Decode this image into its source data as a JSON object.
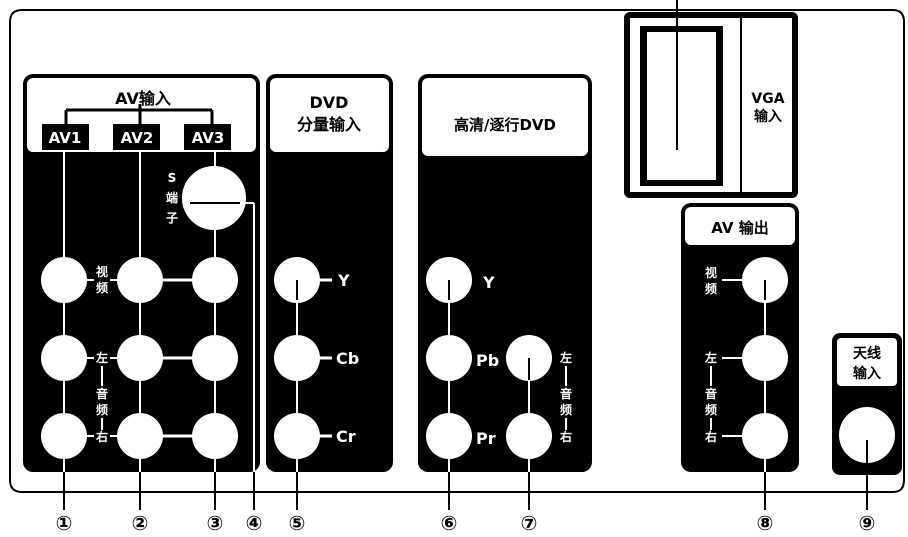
{
  "av_input": {
    "title": "AV输入",
    "tags": [
      "AV1",
      "AV2",
      "AV3"
    ],
    "s_terminal": [
      "S",
      "端",
      "子"
    ],
    "video": [
      "视",
      "频"
    ],
    "left": "左",
    "audio": [
      "音",
      "频"
    ],
    "right": "右"
  },
  "dvd_component": {
    "title_line1": "DVD",
    "title_line2": "分量输入",
    "labels": [
      "Y",
      "Cb",
      "Cr"
    ]
  },
  "hd_dvd": {
    "title": "高清/逐行DVD",
    "labels": [
      "Y",
      "Pb",
      "Pr"
    ],
    "left": "左",
    "audio": [
      "音",
      "频"
    ],
    "right": "右"
  },
  "vga": {
    "label_line1": "VGA",
    "label_line2": "输入"
  },
  "av_output": {
    "title": "AV 输出",
    "video": [
      "视",
      "频"
    ],
    "left": "左",
    "audio": [
      "音",
      "频"
    ],
    "right": "右"
  },
  "antenna": {
    "label_line1": "天线",
    "label_line2": "输入"
  },
  "callouts": [
    "①",
    "②",
    "③",
    "④",
    "⑤",
    "⑥",
    "⑦",
    "⑧",
    "⑨"
  ]
}
